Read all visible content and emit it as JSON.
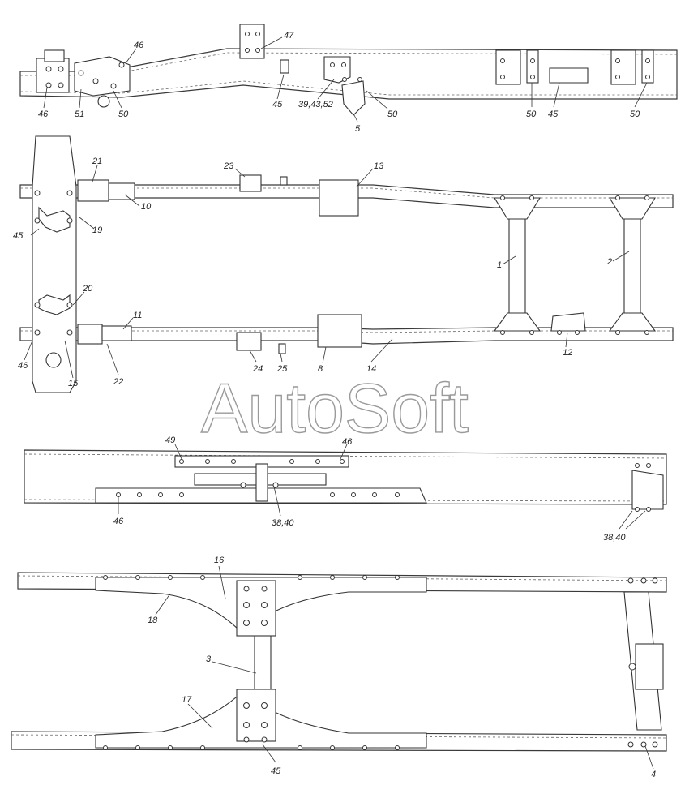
{
  "watermark": "AutoSoft",
  "section_top": {
    "callouts": [
      "46",
      "47",
      "46",
      "51",
      "50",
      "45",
      "39,43,52",
      "5",
      "50",
      "50",
      "45",
      "50"
    ]
  },
  "section_plan": {
    "callouts": [
      "21",
      "23",
      "13",
      "10",
      "45",
      "19",
      "1",
      "2",
      "20",
      "11",
      "46",
      "15",
      "22",
      "24",
      "25",
      "8",
      "14",
      "12"
    ]
  },
  "section_side": {
    "callouts": [
      "49",
      "46",
      "46",
      "38,40",
      "38,40"
    ]
  },
  "section_bottom": {
    "callouts": [
      "16",
      "18",
      "3",
      "17",
      "45",
      "4"
    ]
  }
}
